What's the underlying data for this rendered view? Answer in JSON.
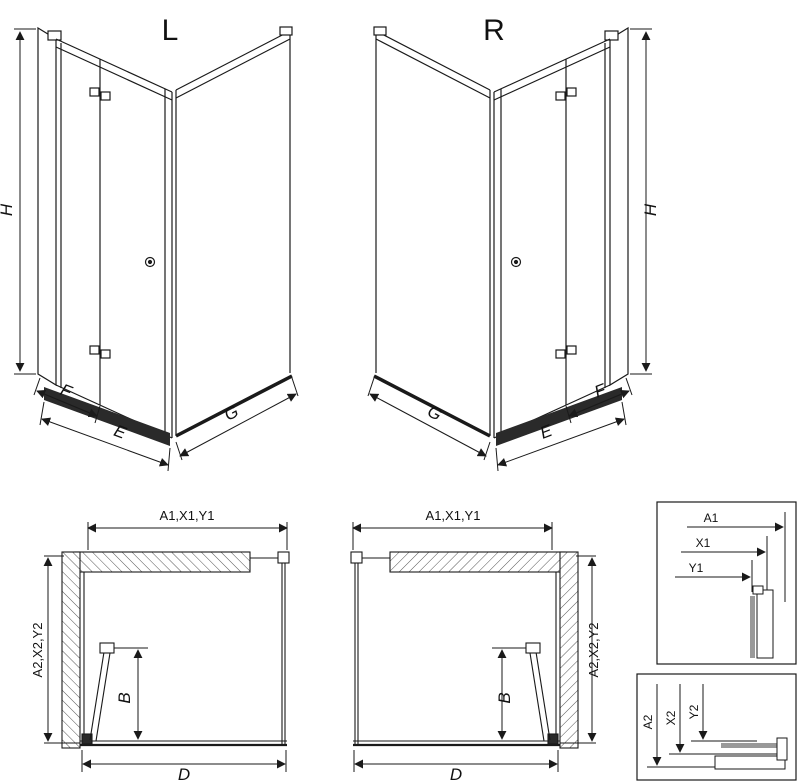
{
  "page": {
    "background": "#ffffff",
    "line_color": "#1a1a1a"
  },
  "iso_left": {
    "title": "L",
    "dim_height": "H",
    "dim_front_fixed": "F",
    "dim_entry": "E",
    "dim_side": "G"
  },
  "iso_right": {
    "title": "R",
    "dim_height": "H",
    "dim_front_fixed": "F",
    "dim_entry": "E",
    "dim_side": "G"
  },
  "plan_left": {
    "dim_top": "A1,X1,Y1",
    "dim_side": "A2,X2,Y2",
    "dim_door_depth": "B",
    "dim_width": "D"
  },
  "plan_right": {
    "dim_top": "A1,X1,Y1",
    "dim_side": "A2,X2,Y2",
    "dim_door_depth": "B",
    "dim_width": "D"
  },
  "detail_horizontal": {
    "dim_a": "A1",
    "dim_x": "X1",
    "dim_y": "Y1"
  },
  "detail_vertical": {
    "dim_a": "A2",
    "dim_x": "X2",
    "dim_y": "Y2"
  }
}
